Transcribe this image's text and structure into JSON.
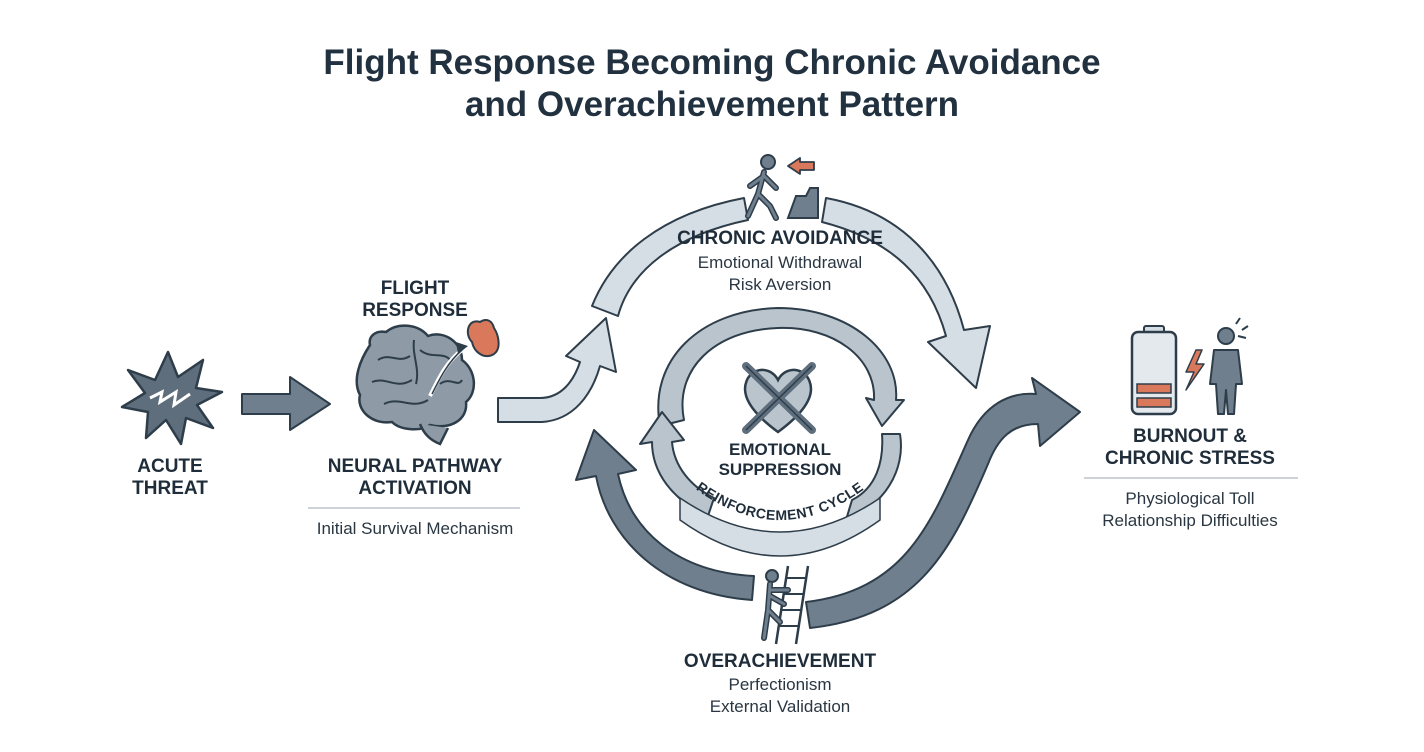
{
  "title": {
    "line1": "Flight Response Becoming Chronic Avoidance",
    "line2": "and Overachievement Pattern"
  },
  "nodes": {
    "acute_threat": {
      "line1": "ACUTE",
      "line2": "THREAT",
      "icon": "explosion-icon"
    },
    "flight_response": {
      "line1": "FLIGHT",
      "line2": "RESPONSE",
      "icon": "adrenal-gland-icon"
    },
    "neural_pathway": {
      "line1": "NEURAL PATHWAY",
      "line2": "ACTIVATION",
      "caption": "Initial Survival Mechanism",
      "icon": "brain-icon"
    },
    "chronic_avoidance": {
      "label": "CHRONIC AVOIDANCE",
      "sub1": "Emotional Withdrawal",
      "sub2": "Risk Aversion",
      "icon": "person-walking-away-icon"
    },
    "emotional_suppression": {
      "line1": "EMOTIONAL",
      "line2": "SUPPRESSION",
      "icon": "crossed-heart-icon"
    },
    "reinforcement_cycle": {
      "label": "REINFORCEMENT CYCLE"
    },
    "overachievement": {
      "label": "OVERACHIEVEMENT",
      "sub1": "Perfectionism",
      "sub2": "External Validation",
      "icon": "person-climbing-ladder-icon"
    },
    "burnout": {
      "line1": "BURNOUT &",
      "line2": "CHRONIC STRESS",
      "sub1": "Physiological Toll",
      "sub2": "Relationship Difficulties",
      "icon": "low-battery-person-icon"
    }
  },
  "colors": {
    "dark_arrow": "#6f7f8d",
    "light_arrow": "#d6dee5",
    "outline": "#2e3d4a",
    "accent_orange": "#d9785a",
    "text": "#1f2d3a"
  }
}
